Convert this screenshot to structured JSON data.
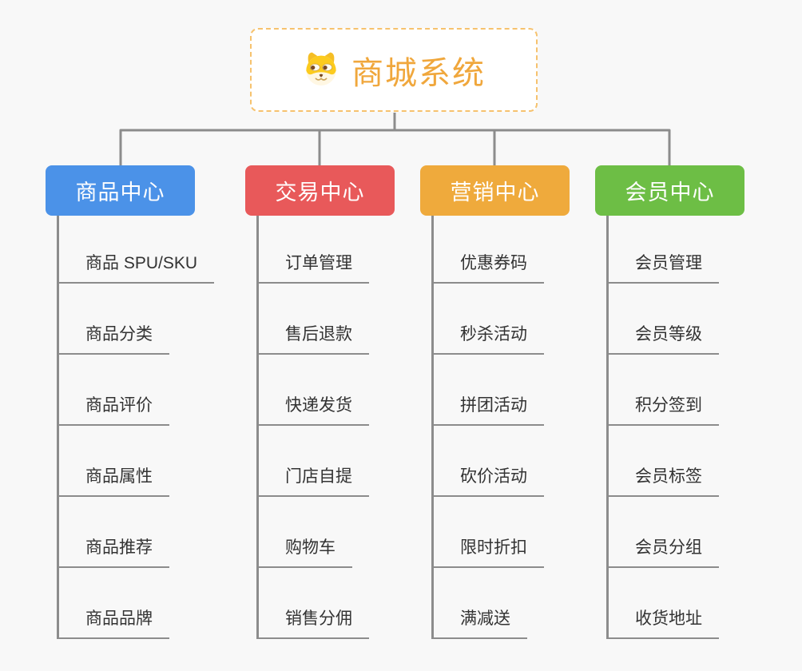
{
  "page": {
    "background_color": "#F8F8F8",
    "connector_color": "#8C8C8C",
    "leaf_text_color": "#333333"
  },
  "root": {
    "title": "商城系统",
    "icon": "dog-face-icon",
    "border_color": "#F6C26E",
    "title_color": "#F0A73C"
  },
  "branches": [
    {
      "label": "商品中心",
      "color": "#4B92E8",
      "items": [
        "商品 SPU/SKU",
        "商品分类",
        "商品评价",
        "商品属性",
        "商品推荐",
        "商品品牌"
      ]
    },
    {
      "label": "交易中心",
      "color": "#E8595A",
      "items": [
        "订单管理",
        "售后退款",
        "快递发货",
        "门店自提",
        "购物车",
        "销售分佣"
      ]
    },
    {
      "label": "营销中心",
      "color": "#EFAA3C",
      "items": [
        "优惠券码",
        "秒杀活动",
        "拼团活动",
        "砍价活动",
        "限时折扣",
        "满减送"
      ]
    },
    {
      "label": "会员中心",
      "color": "#6DBE45",
      "items": [
        "会员管理",
        "会员等级",
        "积分签到",
        "会员标签",
        "会员分组",
        "收货地址"
      ]
    }
  ]
}
